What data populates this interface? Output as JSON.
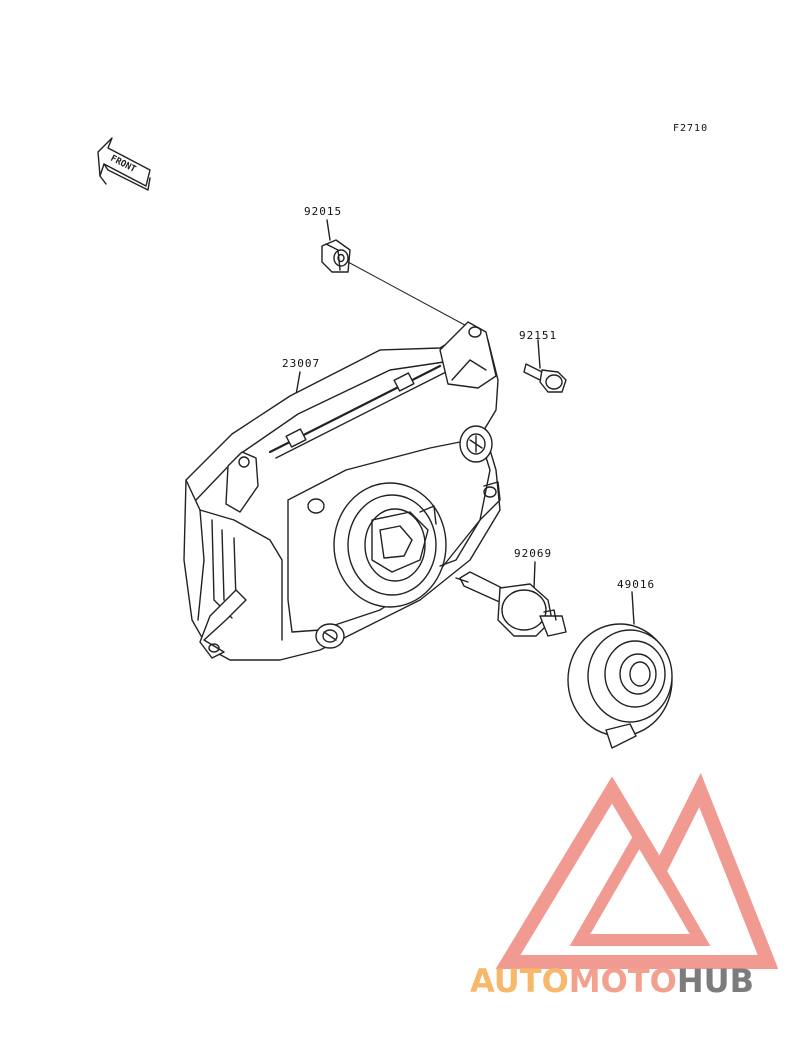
{
  "figure": {
    "code": "F2710",
    "front_arrow_label": "FRONT"
  },
  "parts": {
    "clip": "92015",
    "bolt": "92151",
    "headlight_assembly": "23007",
    "bulb": "92069",
    "socket_cover": "49016"
  },
  "watermark": {
    "part1": "AUTO",
    "part2": "MOTO",
    "part3": "HUB",
    "colors": {
      "auto": "#f7b86a",
      "moto": "#f3a08f",
      "hub": "#7c7c7c",
      "logo": "#f19a91"
    }
  }
}
